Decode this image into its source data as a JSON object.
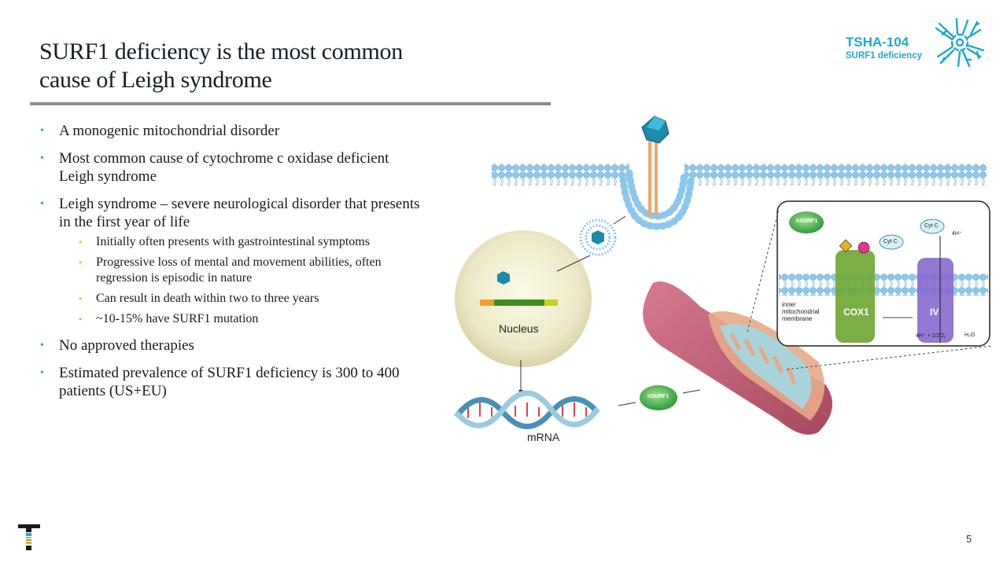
{
  "slide": {
    "title_line1": "SURF1 deficiency is the most common",
    "title_line2": "cause of Leigh syndrome",
    "page_number": "5"
  },
  "brand": {
    "code": "TSHA-104",
    "subtitle": "SURF1 deficiency",
    "icon": "neuron-icon",
    "color": "#1ca9cf"
  },
  "bullets": [
    {
      "level": 1,
      "text": "A monogenic mitochondrial disorder"
    },
    {
      "level": 1,
      "text": "Most common cause of cytochrome c oxidase deficient Leigh syndrome"
    },
    {
      "level": 1,
      "text": "Leigh syndrome – severe neurological disorder that presents in the first year of life"
    },
    {
      "level": 2,
      "text": "Initially often presents with gastrointestinal symptoms"
    },
    {
      "level": 2,
      "text": "Progressive loss of mental and movement abilities, often regression is episodic in nature"
    },
    {
      "level": 2,
      "text": "Can result in death within two to three years"
    },
    {
      "level": 2,
      "text": "~10-15% have SURF1 mutation"
    },
    {
      "level": 1,
      "text": "No approved therapies"
    },
    {
      "level": 1,
      "text": "Estimated prevalence of SURF1 deficiency is 300 to 400 patients (US+EU)"
    }
  ],
  "diagram": {
    "nucleus_label": "Nucleus",
    "mrna_label": "mRNA",
    "protein_label": "hSURF1",
    "inset": {
      "protein_label": "hSURF1",
      "cytc_label_1": "Cyt C",
      "cytc_label_2": "Cyt C",
      "proton_top": "4H⁺",
      "membrane_label_1": "inner",
      "membrane_label_2": "mitochondrial",
      "membrane_label_3": "membrane",
      "cox1_label": "COX1",
      "complex_label": "IV",
      "reaction_left": "4H⁺ + 1/2O₂",
      "reaction_right": "H₂O"
    },
    "colors": {
      "membrane": "#7fc3ea",
      "cox1": "#6fa836",
      "complex_iv": "#8a6cd0",
      "mitochondrion": "#c0637a",
      "nucleus": "#efeccc",
      "virus": "#1f87a8"
    }
  },
  "footer": {
    "logo": "taysha-t-logo"
  }
}
